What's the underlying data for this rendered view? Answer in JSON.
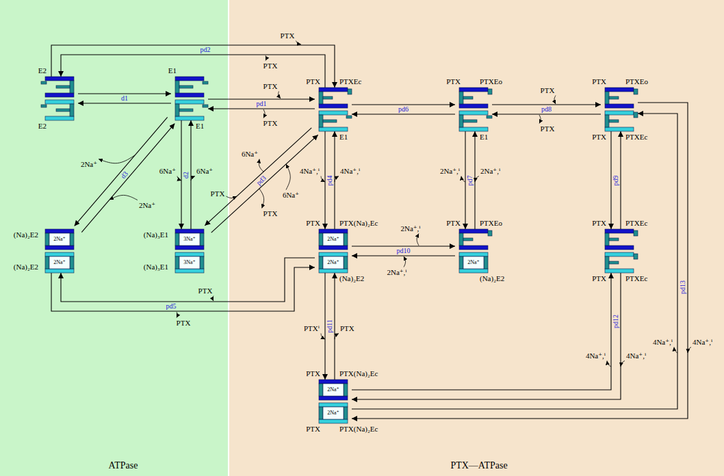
{
  "diagram": {
    "nodes": [
      {
        "text": [
          "E2",
          "E2"
        ]
      },
      {
        "text": [
          "E1",
          "E1"
        ]
      },
      {
        "text": [
          "PTX",
          "PTXEc",
          "E1"
        ]
      },
      {
        "text": [
          "PTX",
          "PTXEo",
          "E1"
        ]
      },
      {
        "text": [
          "PTX",
          "PTXEo",
          "PTX",
          "PTXEc"
        ]
      },
      {
        "text": [
          "(Na)₂E2",
          "2Na⁺",
          "2Na⁺",
          "(Na)₂E2"
        ]
      },
      {
        "text": [
          "(Na)₃E1",
          "3Na⁺",
          "3Na⁺",
          "(Na)₃E1"
        ]
      },
      {
        "text": [
          "PTX",
          "PTX(Na)₂Ec",
          "2Na⁺",
          "2Na⁺",
          "(Na)₂E2"
        ]
      },
      {
        "text": [
          "PTX",
          "PTXEo",
          "2Na⁺",
          "(Na)₂E2"
        ]
      },
      {
        "text": [
          "PTX",
          "PTXEc",
          "PTX",
          "PTXEc"
        ]
      },
      {
        "text": [
          "PTX",
          "PTX(Na)₂Ec",
          "2Na⁺",
          "2Na⁺",
          "PTX",
          "PTX(Na)₂Ec"
        ]
      }
    ],
    "edges": [
      {
        "from": 0,
        "to": 1,
        "arrow": "both",
        "label": "d1"
      },
      {
        "from": 1,
        "to": 6,
        "arrow": "both",
        "label": "d2"
      },
      {
        "from": 1,
        "to": 5,
        "arrow": "both",
        "label": "d3"
      },
      {
        "from": 1,
        "to": 2,
        "arrow": "both",
        "label": "pd1"
      },
      {
        "from": 0,
        "to": 2,
        "arrow": "both",
        "label": "pd2"
      },
      {
        "from": 6,
        "to": 2,
        "arrow": "both",
        "label": "pd3"
      },
      {
        "from": 2,
        "to": 7,
        "arrow": "both",
        "label": "pd4"
      },
      {
        "from": 5,
        "to": 7,
        "arrow": "both",
        "label": "pd5"
      },
      {
        "from": 2,
        "to": 3,
        "arrow": "both",
        "label": "pd6"
      },
      {
        "from": 3,
        "to": 8,
        "arrow": "both",
        "label": "pd7"
      },
      {
        "from": 3,
        "to": 4,
        "arrow": "both",
        "label": "pd8"
      },
      {
        "from": 4,
        "to": 9,
        "arrow": "both",
        "label": "pd9"
      },
      {
        "from": 7,
        "to": 8,
        "arrow": "both",
        "label": "pd10"
      },
      {
        "from": 7,
        "to": 10,
        "arrow": "both",
        "label": "pd11"
      },
      {
        "from": 9,
        "to": 10,
        "arrow": "both",
        "label": "pd12"
      },
      {
        "from": 4,
        "to": 10,
        "arrow": "both",
        "label": "pd13"
      }
    ],
    "labels": [
      "ATPase",
      "PTX—ATPase",
      "PTX",
      "PTX",
      "PTX",
      "PTX",
      "2Na⁺",
      "2Na⁺",
      "6Na⁺",
      "6Na⁺",
      "6Na⁺",
      "PTX",
      "6Na⁺",
      "PTX",
      "4Na⁺,ⁱ",
      "4Na⁺,ⁱ",
      "2Na⁺,ⁱ",
      "2Na⁺,ⁱ",
      "PTX",
      "PTX",
      "2Na⁺,ⁱ",
      "2Na⁺,ⁱ",
      "PTX",
      "PTX",
      "PTXⁱ",
      "PTX",
      "4Na⁺,ⁱ",
      "4Na⁺,ⁱ",
      "4Na⁺,ⁱ",
      "4Na⁺,ⁱ"
    ]
  }
}
